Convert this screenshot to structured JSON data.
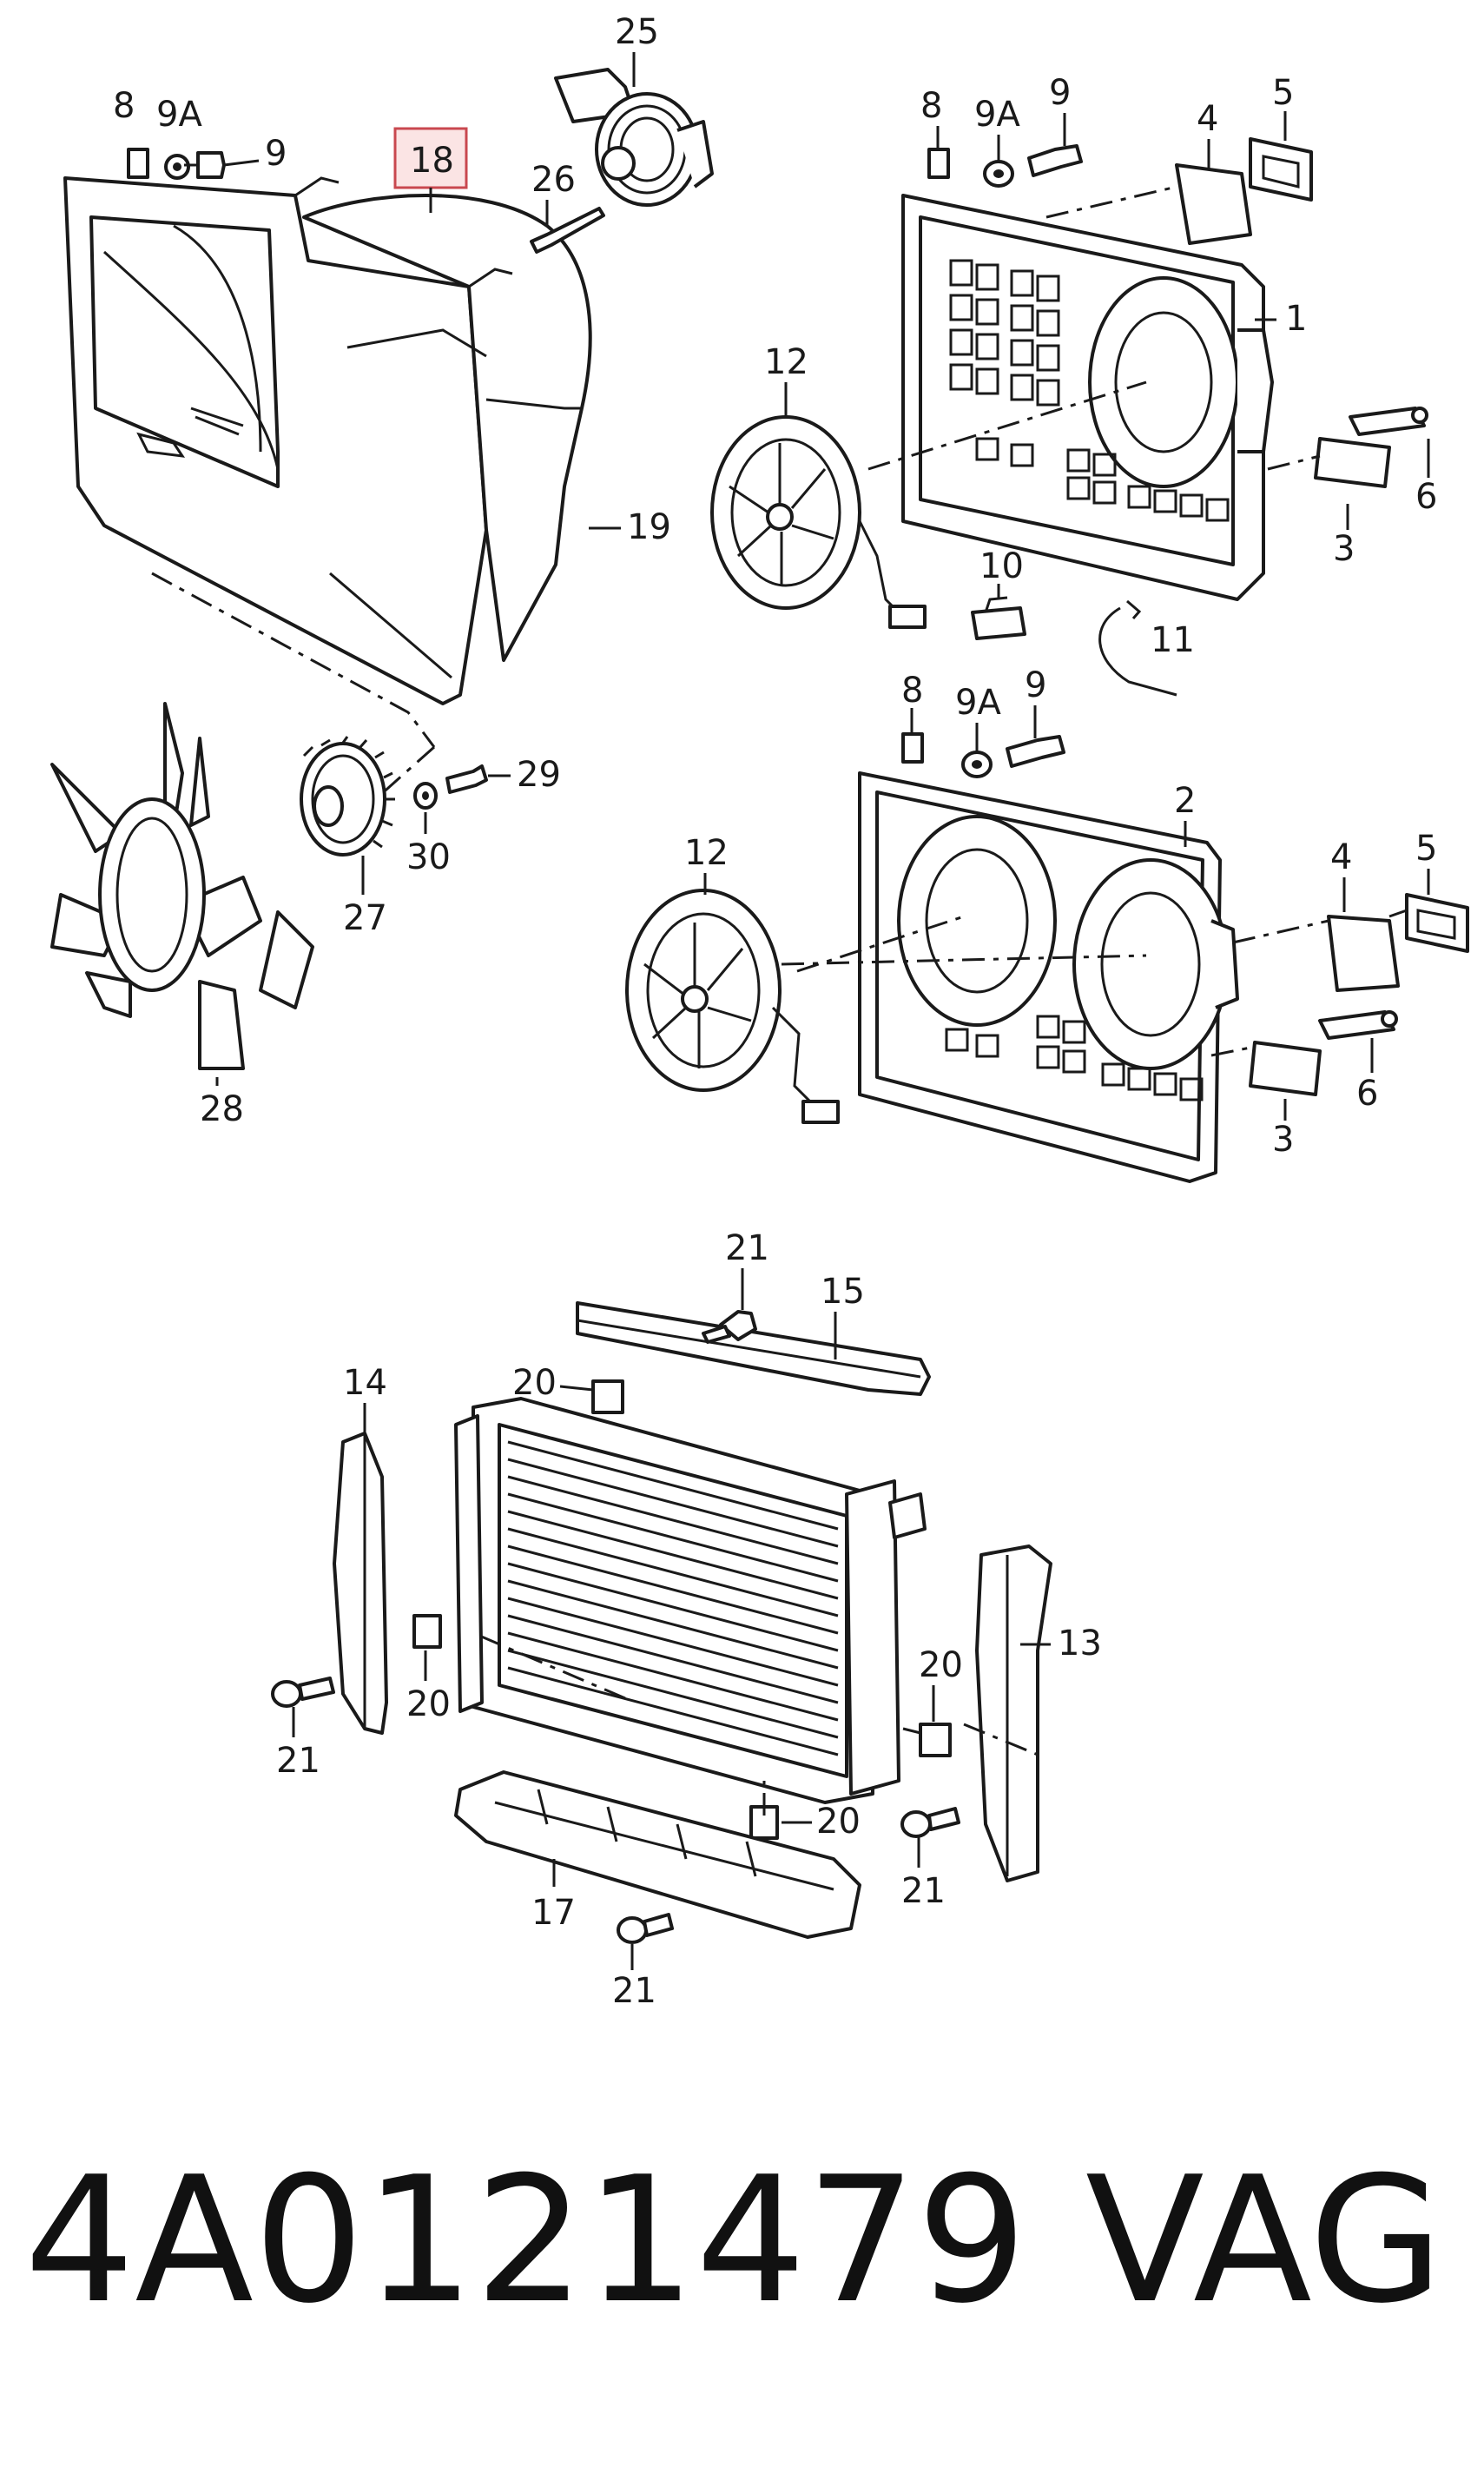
{
  "diagram": {
    "highlighted_label": "18",
    "labels": {
      "l8a": "8",
      "l9Aa": "9A",
      "l9a": "9",
      "l25": "25",
      "l26": "26",
      "l19": "19",
      "l8b": "8",
      "l9Ab": "9A",
      "l9b": "9",
      "l4a": "4",
      "l5a": "5",
      "l1": "1",
      "l3a": "3",
      "l6a": "6",
      "l12a": "12",
      "l10": "10",
      "l11": "11",
      "l29": "29",
      "l30": "30",
      "l27": "27",
      "l28": "28",
      "l8c": "8",
      "l9Ac": "9A",
      "l9c": "9",
      "l2": "2",
      "l4b": "4",
      "l5b": "5",
      "l3b": "3",
      "l6b": "6",
      "l12b": "12",
      "l21a": "21",
      "l15": "15",
      "l14": "14",
      "l20a": "20",
      "l21b": "21",
      "l20b": "20",
      "l13": "13",
      "l20c": "20",
      "l20d": "20",
      "l21c": "21",
      "l17": "17",
      "l21d": "21"
    }
  },
  "footer": {
    "part_number": "4A0121479",
    "brand": "VAG"
  }
}
